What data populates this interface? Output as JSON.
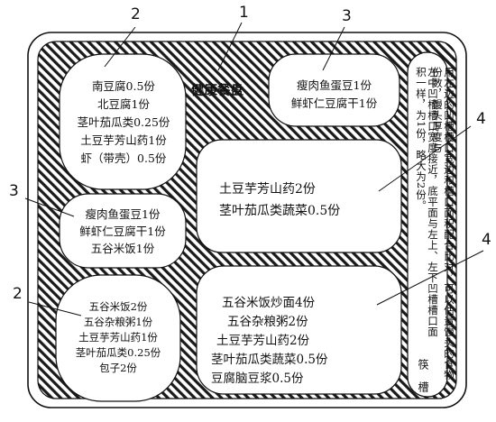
{
  "title": "健康餐盘",
  "callouts": [
    "1",
    "2",
    "3",
    "4",
    "3",
    "2",
    "4"
  ],
  "compartments": {
    "top_left": [
      "南豆腐0.5份",
      "北豆腐1份",
      "茎叶茄瓜类0.25份",
      "土豆芋芳山药1份",
      "虾（带壳）0.5份"
    ],
    "top_middle": [
      "瘦肉鱼蛋豆1份",
      "鲜虾仁豆腐干1份"
    ],
    "center": [
      "土豆芋芳山药2份",
      "茎叶茄瓜类蔬菜0.5份"
    ],
    "mid_left": [
      "瘦肉鱼蛋豆1份",
      "鲜虾仁豆腐干1份",
      "五谷米饭1份"
    ],
    "bottom_left": [
      "五谷米饭2份",
      "五谷杂粮粥1份",
      "土豆芋芳山药1份",
      "茎叶茄瓜类0.25份",
      "包子2份"
    ],
    "bottom_right": [
      "五谷米饭炒面4份",
      "五谷杂粮粥2份",
      "土豆芋芳山药2份",
      "茎叶茄瓜类蔬菜0.5份",
      "豆腐脑豆浆0.5份"
    ]
  },
  "side_note": {
    "columns": [
      "用左边的凹槽槽口宽边和槽口面积配合比对，可以估量馒头的食物份数，馒头厚度与",
      "左中凹槽槽口宽度接近，底平面与左上、左下凹槽槽口面积一样，为1份，略大为2份。"
    ],
    "label": "筷　槽"
  }
}
